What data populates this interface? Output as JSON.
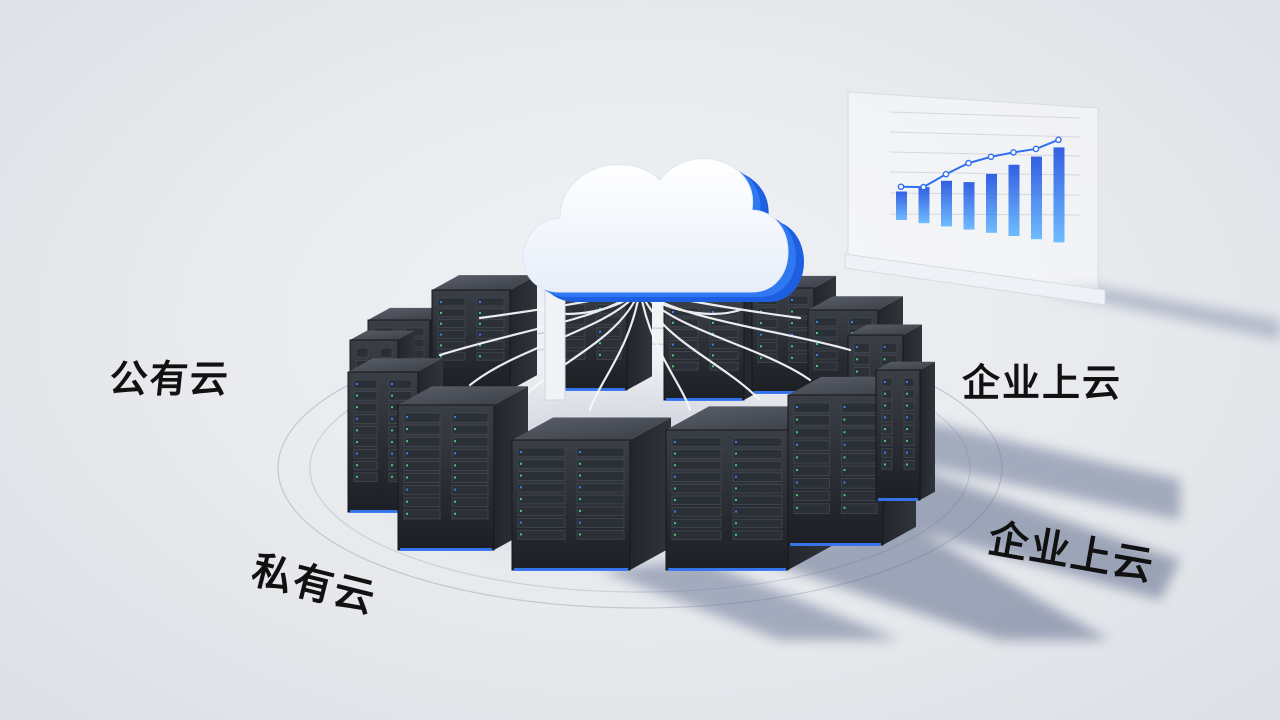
{
  "labels": {
    "public_cloud": "公有云",
    "enterprise_cloud_top": "企业上云",
    "enterprise_cloud_bottom": "企业上云",
    "private_cloud": "私有云"
  },
  "chart_panel": {
    "chart_data": {
      "type": "bar",
      "categories": [
        "",
        "",
        "",
        "",
        "",
        "",
        "",
        ""
      ],
      "series": [
        {
          "type": "bar",
          "values": [
            0.3,
            0.38,
            0.48,
            0.5,
            0.62,
            0.75,
            0.87,
            1.0
          ]
        },
        {
          "type": "line",
          "values": [
            0.35,
            0.38,
            0.55,
            0.7,
            0.8,
            0.88,
            0.95,
            1.08
          ]
        }
      ]
    }
  },
  "colors": {
    "accent_blue": "#1f5fe0",
    "server_body": "#2a2d33",
    "led_green": "#3bd16f",
    "led_blue": "#3a7bff",
    "cable": "#f5f7fb"
  },
  "icons": {
    "cloud": "cloud-icon",
    "server": "server-rack-icon"
  }
}
